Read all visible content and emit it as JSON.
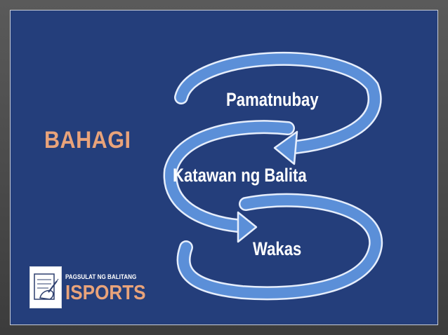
{
  "title": "BAHAGI",
  "steps": [
    {
      "label": "Pamatnubay"
    },
    {
      "label": "Katawan ng Balita"
    },
    {
      "label": "Wakas"
    }
  ],
  "logo": {
    "subtitle": "PAGSULAT NG BALITANG",
    "title": "ISPORTS",
    "icon": "writing-hand-icon"
  },
  "colors": {
    "background": "#243e7b",
    "arrow_fill": "#5b8fd8",
    "arrow_outline": "#e6eefc",
    "title": "#e9a37a",
    "text": "#ffffff"
  }
}
